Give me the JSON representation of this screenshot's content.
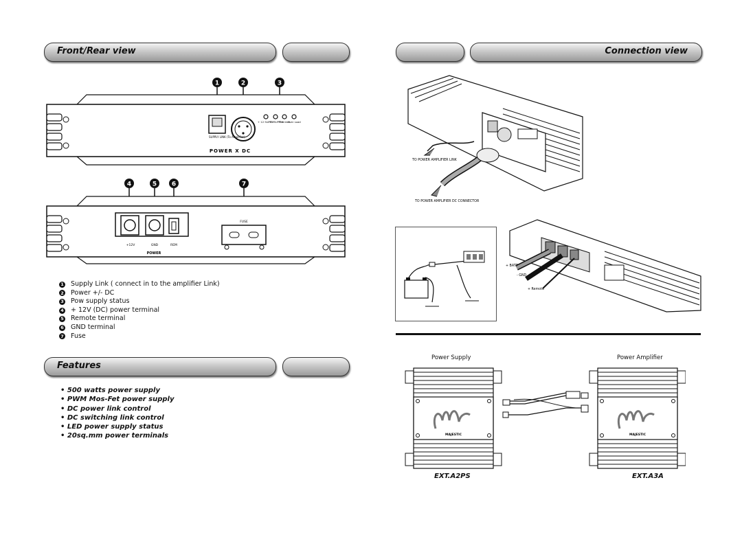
{
  "headers": {
    "front_rear": "Front/Rear view",
    "connection": "Connection view",
    "features": "Features"
  },
  "front_panel": {
    "supply_link_label": "SUPPLY LINK (To Amplifier)",
    "status_labels": [
      "+ 12 SUPPLY",
      "- 12 SUPPLY",
      "Thermal",
      "Over Load"
    ],
    "brand": "POWER X DC"
  },
  "rear_panel": {
    "terminal_labels": [
      "+12V",
      "GND",
      "REM"
    ],
    "fuse_label": "FUSE",
    "brand": "POWER"
  },
  "callouts": {
    "top": [
      "1",
      "2",
      "3"
    ],
    "bottom": [
      "4",
      "5",
      "6",
      "7"
    ]
  },
  "legend": [
    {
      "num": "1",
      "text": "Supply Link ( connect in to the amplifier Link)"
    },
    {
      "num": "2",
      "text": "Power +/- DC"
    },
    {
      "num": "3",
      "text": "Pow supply status"
    },
    {
      "num": "4",
      "text": "+ 12V (DC) power terminal"
    },
    {
      "num": "5",
      "text": "Remote terminal"
    },
    {
      "num": "6",
      "text": "GND terminal"
    },
    {
      "num": "7",
      "text": "Fuse"
    }
  ],
  "features": [
    "500 watts power supply",
    "PWM Mos-Fet power supply",
    "DC power link control",
    "DC switching link control",
    "LED power supply status",
    "20sq.mm power terminals"
  ],
  "connection": {
    "to_power_amp_link": "TO POWER AMPLIFIER LINK",
    "to_power_amp_dc": "TO POWER AMPLIFIER DC CONNECTOR",
    "batt": "+ BATT",
    "gnd": "- GND",
    "remote": "+ Remote"
  },
  "bottom_diagram": {
    "power_supply_label": "Power Supply",
    "power_amplifier_label": "Power Amplifier",
    "model_left": "EXT.A2PS",
    "model_right": "EXT.A3A",
    "unit_badge": "MAJESTIC"
  }
}
